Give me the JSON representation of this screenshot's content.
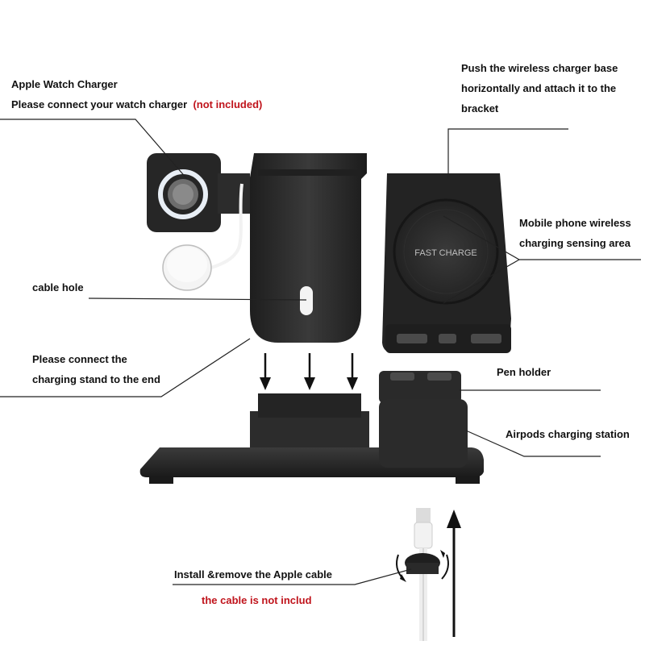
{
  "labels": {
    "watch_title": "Apple Watch Charger",
    "watch_connect": "Please connect your watch charger",
    "watch_not_included": "(not included)",
    "push_line1": "Push the wireless charger base",
    "push_line2": "horizontally and attach it to the",
    "push_line3": "bracket",
    "sensing_line1": "Mobile phone wireless",
    "sensing_line2": "charging sensing area",
    "cable_hole": "cable hole",
    "connect_line1": "Please connect the",
    "connect_line2": "charging stand to the end",
    "pen_holder": "Pen holder",
    "airpods": "Airpods charging station",
    "install_cable": "Install &remove the Apple cable",
    "cable_not_included": "the cable is not includ"
  },
  "charger": {
    "pad_text": "FAST CHARGE"
  },
  "colors": {
    "product": "#2a2a2a",
    "accent_red": "#c0141c"
  }
}
